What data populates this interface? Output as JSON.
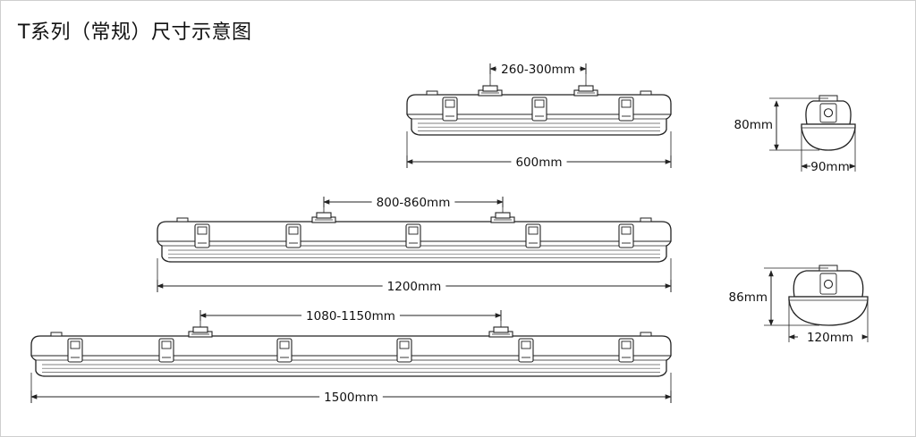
{
  "page": {
    "title": "T系列（常规）尺寸示意图"
  },
  "lamps": [
    {
      "id": "600",
      "clip_spacing": "260-300mm",
      "length": "600mm"
    },
    {
      "id": "1200",
      "clip_spacing": "800-860mm",
      "length": "1200mm"
    },
    {
      "id": "1500",
      "clip_spacing": "1080-1150mm",
      "length": "1500mm"
    }
  ],
  "sections": [
    {
      "id": "small",
      "height": "80mm",
      "width": "90mm"
    },
    {
      "id": "large",
      "height": "86mm",
      "width": "120mm"
    }
  ],
  "colors": {
    "line": "#222222",
    "fill": "#ffffff",
    "frame": "#cfcfcf"
  }
}
